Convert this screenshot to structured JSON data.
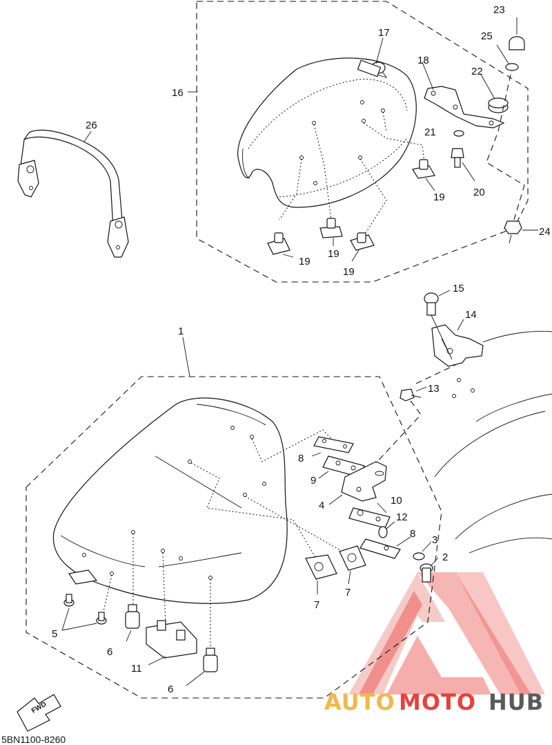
{
  "diagram_code": "5BN1100-8260",
  "fwd_label": "FWD",
  "watermark": {
    "brand_part1": "AUTO",
    "brand_part2": "MOTO",
    "brand_part3": "HUB",
    "color_primary": "#e8413c",
    "color_secondary": "#f3b84a",
    "color_dark": "#5a5a5a"
  },
  "callouts": {
    "c1": "1",
    "c2": "2",
    "c3": "3",
    "c4": "4",
    "c5": "5",
    "c6a": "6",
    "c6b": "6",
    "c7a": "7",
    "c7b": "7",
    "c8a": "8",
    "c8b": "8",
    "c9": "9",
    "c10": "10",
    "c11": "11",
    "c12": "12",
    "c13": "13",
    "c14": "14",
    "c15": "15",
    "c16": "16",
    "c17": "17",
    "c18": "18",
    "c19a": "19",
    "c19b": "19",
    "c19c": "19",
    "c19d": "19",
    "c20": "20",
    "c21": "21",
    "c22": "22",
    "c23": "23",
    "c24": "24",
    "c25": "25",
    "c26": "26"
  }
}
